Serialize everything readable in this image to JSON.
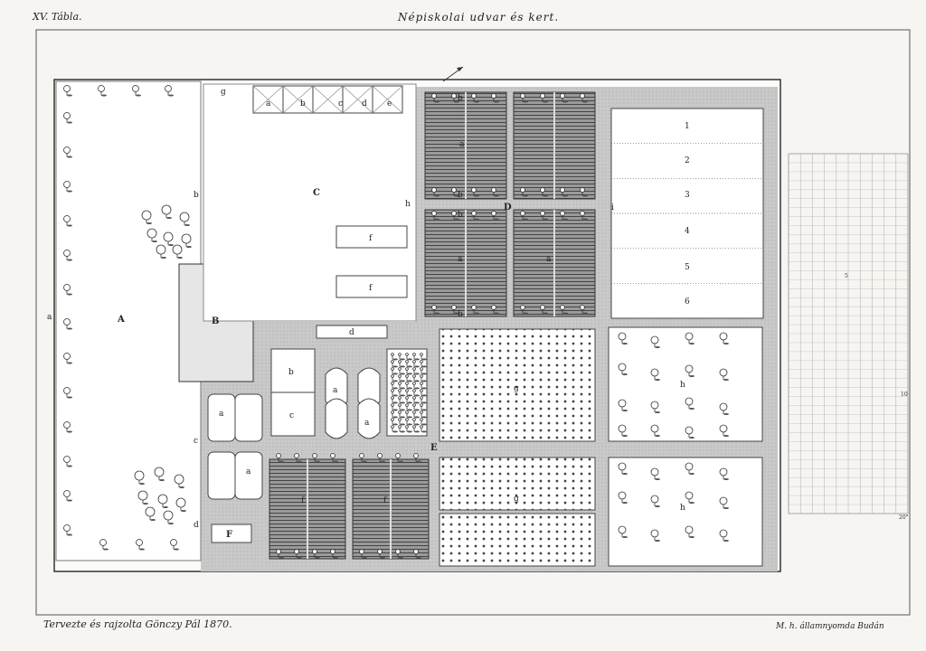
{
  "header": {
    "plate": "XV. Tábla.",
    "title": "Népiskolai udvar és kert."
  },
  "footer": {
    "credit_left": "Tervezte és rajzolta Gönczy Pál 1870.",
    "credit_right": "M. h. államnyomda Budán"
  },
  "labels": {
    "A": "A",
    "B": "B",
    "C": "C",
    "D": "D",
    "E": "E",
    "F": "F",
    "a": "a",
    "b": "b",
    "c": "c",
    "d": "d",
    "e": "e",
    "f": "f",
    "g": "g",
    "h": "h",
    "i": "i"
  },
  "numbered_beds": [
    "1",
    "2",
    "3",
    "4",
    "5",
    "6"
  ],
  "scale": {
    "ticks": [
      "5",
      "10",
      "20°"
    ]
  },
  "colors": {
    "ink": "#3a3a3a",
    "path_fill": "#cfcfcf",
    "bed_hatch": "#555555",
    "paper": "#f6f5f1"
  }
}
